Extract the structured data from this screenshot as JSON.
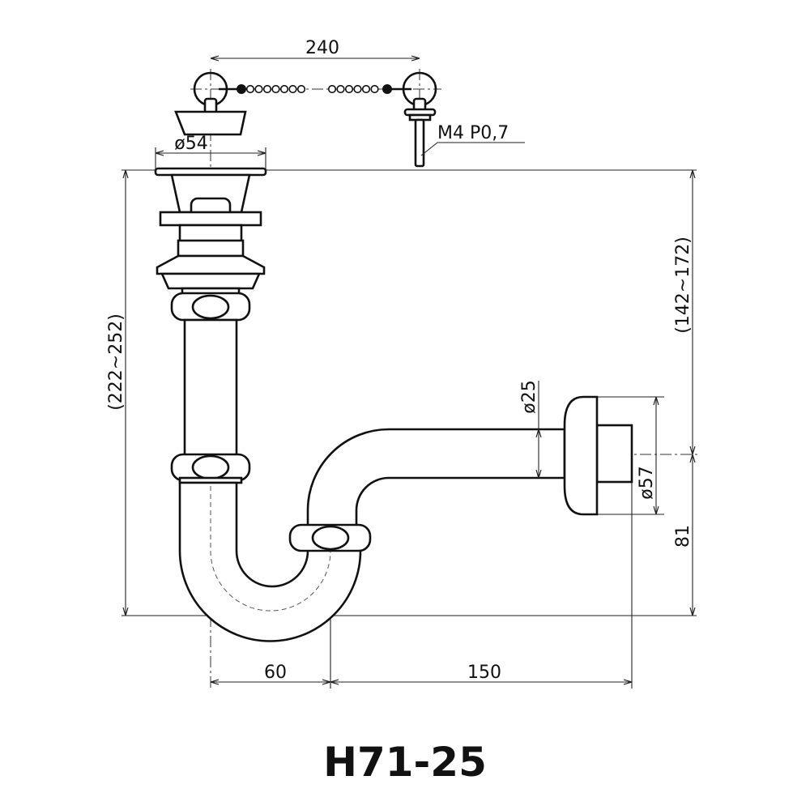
{
  "drawing": {
    "model": "H71-25",
    "dimensions": {
      "chain_length": "240",
      "flange_diameter": "ø54",
      "thread": "M4 P0,7",
      "pipe_diameter": "ø25",
      "escutcheon_diameter": "ø57",
      "height_total": "(222~252)",
      "height_to_outlet": "(142~172)",
      "outlet_to_bottom": "81",
      "trap_offset": "60",
      "outlet_length": "150"
    }
  }
}
